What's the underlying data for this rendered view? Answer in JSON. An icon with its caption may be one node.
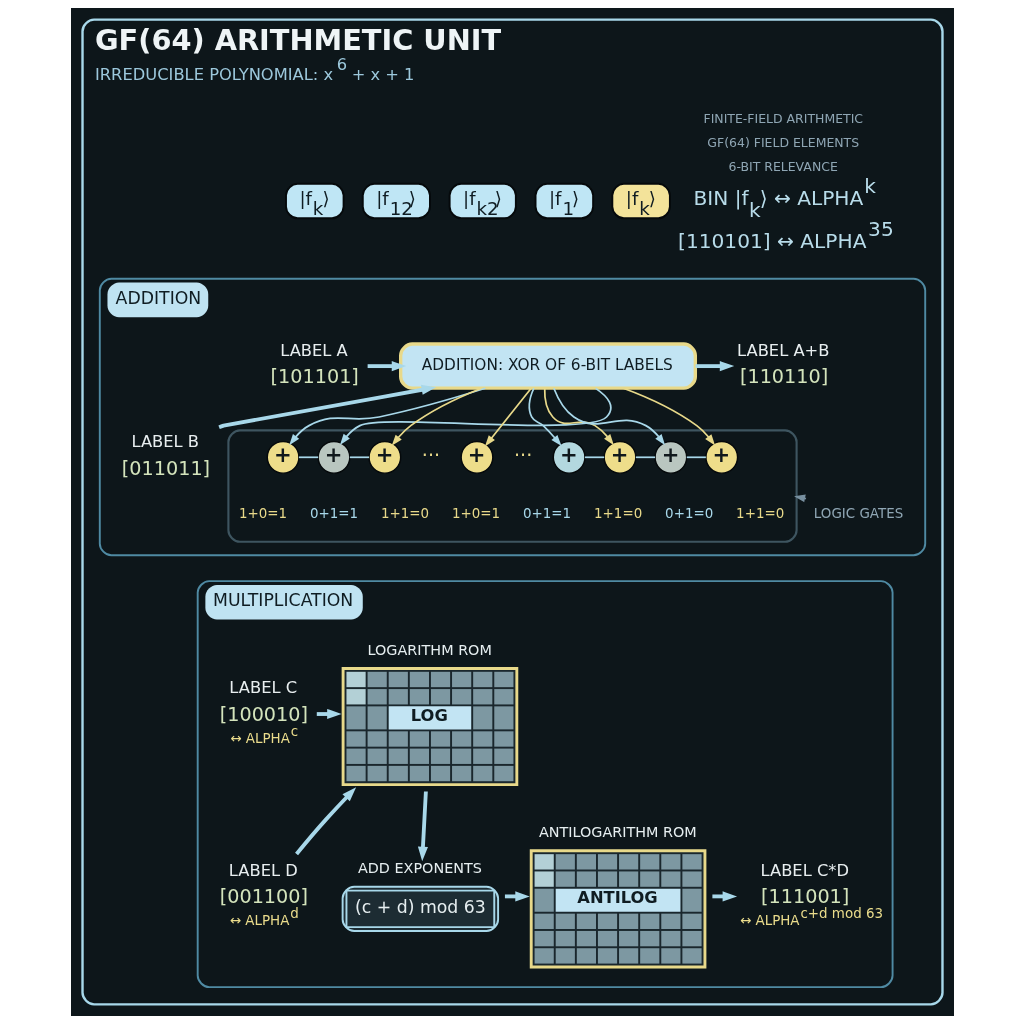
{
  "diagram": {
    "nodes": [
      {
        "text": [
          "GF(64) ARITHMETIC UNIT",
          "IRREDUCIBLE POLYNOMIAL: x$^{6}$ + x + 1"
        ]
      },
      {
        "text": [
          "|f$_{k}$⟩"
        ],
        "in": 0
      },
      {
        "text": [
          "|f$_{12}$⟩"
        ],
        "in": 0
      },
      {
        "text": [
          "|f$_{k2}$⟩"
        ],
        "in": 0
      },
      {
        "text": [
          "|f$_{1}$⟩"
        ],
        "in": 0
      },
      {
        "text": [
          "|f$_{k}$⟩"
        ],
        "in": 0
      },
      {
        "text": [
          "ADDITION"
        ],
        "in": 0
      },
      {
        "text": [
          "LABEL A",
          "[101101]"
        ],
        "in": 6
      },
      {
        "text": [
          "LABEL B",
          "[011011]"
        ],
        "in": 6
      },
      {
        "text": [
          "ADDITION: XOR OF 6-BIT LABELS"
        ],
        "in": 6
      },
      {
        "text": [
          "LABEL A+B",
          "[110110]"
        ],
        "in": 6
      },
      {
        "text": [],
        "shape": "box",
        "in": 6
      },
      {
        "text": [
          "+"
        ],
        "in": 11,
        "beside": [
          "1+0=1"
        ]
      },
      {
        "text": [
          "+"
        ],
        "in": 11,
        "beside": [
          "0+1=1"
        ]
      },
      {
        "text": [
          "+"
        ],
        "in": 11,
        "beside": [
          "1+1=0"
        ]
      },
      {
        "text": [
          "+"
        ],
        "in": 11,
        "beside": [
          "1+0=1"
        ]
      },
      {
        "text": [
          "+"
        ],
        "in": 11,
        "beside": [
          "0+1=1"
        ]
      },
      {
        "text": [
          "+"
        ],
        "in": 11,
        "beside": [
          "1+1=0"
        ]
      },
      {
        "text": [
          "+"
        ],
        "in": 11,
        "beside": [
          "0+1=0"
        ]
      },
      {
        "text": [
          "+"
        ],
        "in": 11,
        "beside": [
          "1+1=0"
        ]
      },
      {
        "text": [
          "LOGIC GATES"
        ],
        "in": 6
      },
      {
        "text": [
          "MULTIPLICATION"
        ],
        "in": 0
      },
      {
        "text": [
          "LABEL C",
          "[100010]",
          "↔ ALPHA$^{c}$"
        ],
        "in": 21
      },
      {
        "text": [
          "LOGARITHM ROM",
          "LOG"
        ],
        "in": 21
      },
      {
        "text": [
          "LABEL D",
          "[001100]",
          "↔ ALPHA$^{d}$"
        ],
        "in": 21
      },
      {
        "text": [
          "ADD EXPONENTS",
          "(c + d) mod 63"
        ],
        "in": 21
      },
      {
        "text": [
          "ANTILOGARITHM ROM",
          "ANTILOG"
        ],
        "in": 21
      },
      {
        "text": [
          "LABEL C*D",
          "[111001]",
          "↔ ALPHA$^{c+d mod 63}$"
        ],
        "in": 21
      }
    ],
    "edges": [
      {
        "from": 7,
        "to": 9,
        "arrow": "to",
        "style": "thick"
      },
      {
        "from": 8,
        "to": 9,
        "arrow": "to",
        "style": "thick"
      },
      {
        "from": 9,
        "to": 10,
        "arrow": "to",
        "style": "thick"
      },
      {
        "from": 9,
        "to": 12,
        "arrow": "to"
      },
      {
        "from": 9,
        "to": 13,
        "arrow": "to"
      },
      {
        "from": 9,
        "to": 14,
        "arrow": "to",
        "color": "#e8d98a"
      },
      {
        "from": 9,
        "to": 15,
        "arrow": "to",
        "color": "#e8d98a"
      },
      {
        "from": 9,
        "to": 16,
        "arrow": "to"
      },
      {
        "from": 9,
        "to": 17,
        "arrow": "to",
        "color": "#e8d98a"
      },
      {
        "from": 9,
        "to": 18,
        "arrow": "to"
      },
      {
        "from": 9,
        "to": 19,
        "arrow": "to",
        "color": "#e8d98a"
      },
      {
        "from": 12,
        "to": 13,
        "arrow": "none"
      },
      {
        "from": 13,
        "to": 14,
        "arrow": "none"
      },
      {
        "from": 16,
        "to": 17,
        "arrow": "none"
      },
      {
        "from": 17,
        "to": 18,
        "arrow": "none"
      },
      {
        "from": 18,
        "to": 19,
        "arrow": "none"
      },
      {
        "from": 20,
        "to": 11,
        "arrow": "to",
        "color": "#7890a0"
      },
      {
        "from": 22,
        "to": 23,
        "arrow": "to",
        "style": "thick"
      },
      {
        "from": 24,
        "to": 23,
        "arrow": "to",
        "style": "thick"
      },
      {
        "from": 23,
        "to": 25,
        "arrow": "to",
        "style": "thick"
      },
      {
        "from": 25,
        "to": 26,
        "arrow": "to",
        "style": "thick"
      },
      {
        "from": 26,
        "to": 27,
        "arrow": "to",
        "style": "thick"
      }
    ],
    "labels": [
      "FINITE-FIELD ARITHMETIC",
      "GF(64) FIELD ELEMENTS",
      "6-BIT RELEVANCE",
      "BIN |f$_{k}$⟩ ↔ ALPHA$^{k}$",
      "[110101] ↔ ALPHA$^{35}$",
      "···",
      "···"
    ]
  }
}
